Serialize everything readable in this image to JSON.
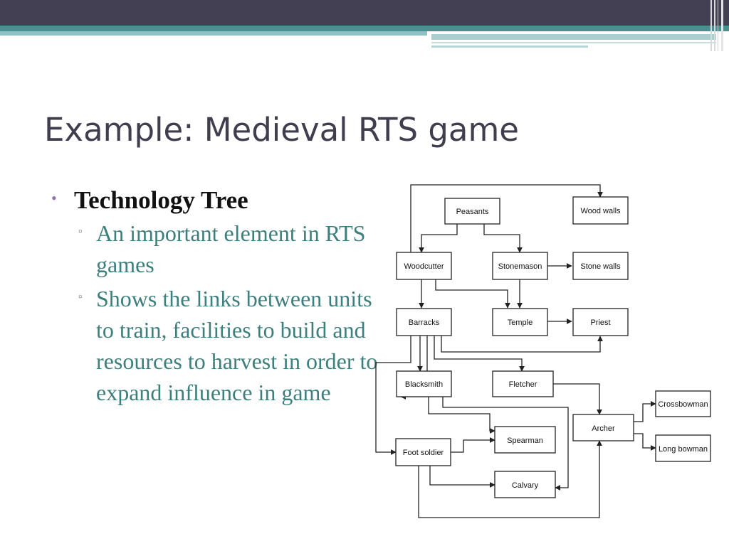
{
  "title": "Example: Medieval RTS game",
  "bullet": {
    "heading": "Technology Tree",
    "sub_items": [
      "An important element in RTS games",
      "Shows the links between units to train, facilities to build and resources to harvest in order to expand influence in game"
    ]
  },
  "diagram": {
    "nodes": {
      "peasants": "Peasants",
      "wood_walls": "Wood walls",
      "woodcutter": "Woodcutter",
      "stonemason": "Stonemason",
      "stone_walls": "Stone walls",
      "barracks": "Barracks",
      "temple": "Temple",
      "priest": "Priest",
      "blacksmith": "Blacksmith",
      "fletcher": "Fletcher",
      "crossbowman": "Crossbowman",
      "archer": "Archer",
      "spearman": "Spearman",
      "long_bowman": "Long bowman",
      "foot_soldier": "Foot soldier",
      "calvary": "Calvary"
    }
  },
  "colors": {
    "header_bar": "#424052",
    "accent_teal": "#4b8f91",
    "title_text": "#3f3d4e",
    "sub_text": "#3c7f7d",
    "bullet_dot": "#8e72b3"
  }
}
